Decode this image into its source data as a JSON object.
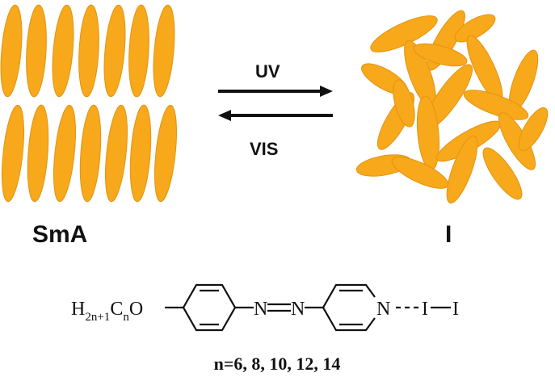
{
  "arrows": {
    "forward_label": "UV",
    "backward_label": "VIS"
  },
  "phases": {
    "left_label": "SmA",
    "right_label": "I"
  },
  "structure": {
    "alkyl_main": "H",
    "alkyl_sub1": "2n+1",
    "alkyl_c": "C",
    "alkyl_sub2": "n",
    "oxygen": "O",
    "azo_n1": "N",
    "azo_n2": "N",
    "pyridine_n": "N",
    "iodine_1": "I",
    "iodine_2": "I",
    "caption": "n=6, 8, 10, 12, 14"
  },
  "colors": {
    "rod": "#F7A81B",
    "rod_edge": "#E39410",
    "ink": "#111111"
  }
}
